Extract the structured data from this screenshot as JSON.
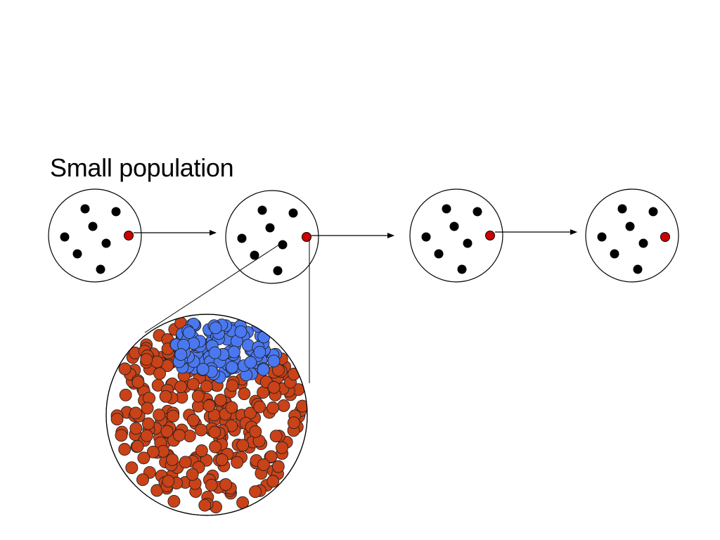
{
  "title": "Small population",
  "colors": {
    "outline": "#000000",
    "individual": "#000000",
    "mutant": "#cc0000",
    "zoom_mutant_cells": "#c94218",
    "zoom_normal_cells": "#4a78f0",
    "background": "#ffffff"
  },
  "populations": [
    {
      "id": "generation-1",
      "individual_count": 7,
      "mutant_count": 1
    },
    {
      "id": "generation-2",
      "individual_count": 7,
      "mutant_count": 1
    },
    {
      "id": "generation-3",
      "individual_count": 7,
      "mutant_count": 1
    },
    {
      "id": "generation-4",
      "individual_count": 7,
      "mutant_count": 1
    }
  ],
  "zoom_view": {
    "source_generation": "generation-2"
  }
}
